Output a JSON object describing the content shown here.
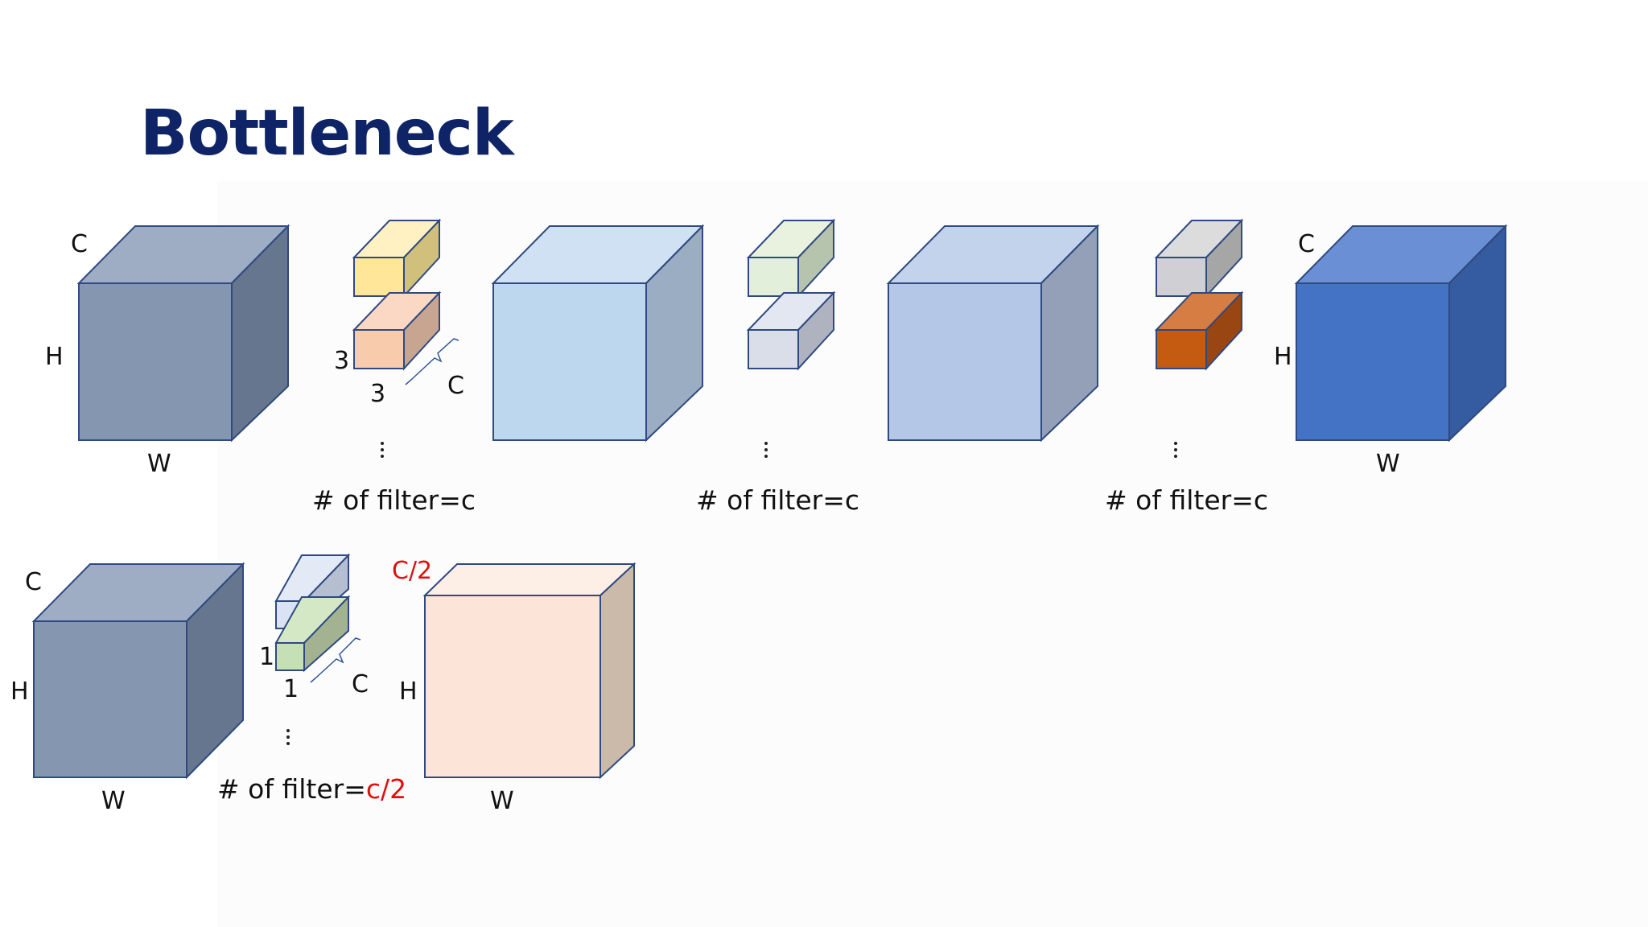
{
  "title": "Bottleneck",
  "top_row": {
    "input_cube": {
      "c_label": "C",
      "h_label": "H",
      "w_label": "W"
    },
    "filter_1": {
      "k_h": "3",
      "k_w": "3",
      "depth_label": "C",
      "dots": "⋮",
      "caption": "# of filter=c"
    },
    "filter_2": {
      "dots": "⋮",
      "caption": "# of filter=c"
    },
    "filter_3": {
      "dots": "⋮",
      "caption": "# of filter=c"
    },
    "output_cube": {
      "c_label": "C",
      "h_label": "H",
      "w_label": "W"
    }
  },
  "bottom_row": {
    "input_cube": {
      "c_label": "C",
      "h_label": "H",
      "w_label": "W"
    },
    "filter": {
      "k_h": "1",
      "k_w": "1",
      "depth_label": "C",
      "dots": "⋮",
      "caption_prefix": "# of filter=",
      "caption_value": "c/2"
    },
    "output_cube": {
      "c_label": "C/2",
      "h_label": "H",
      "w_label": "W"
    }
  },
  "colors": {
    "title": "#0e2466",
    "highlight": "#e01010",
    "input_cube": "#8496b0",
    "mid_cube_1": "#bdd7ee",
    "mid_cube_2": "#b4c7e7",
    "output_cube": "#4472c4",
    "reduced_cube": "#fde4d8"
  }
}
